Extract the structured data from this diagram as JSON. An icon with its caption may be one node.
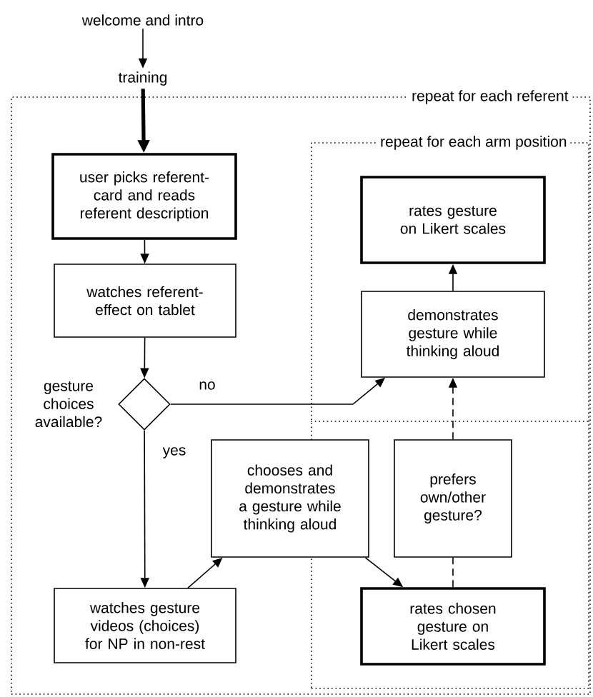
{
  "diagram": {
    "nodes": [
      {
        "text": [
          "welcome and intro"
        ]
      },
      {
        "text": [
          "training"
        ]
      },
      {
        "text": [
          "repeat for each referent"
        ]
      },
      {
        "text": [
          "user picks referent-card and reads referent description"
        ],
        "in": 2
      },
      {
        "text": [
          "watches referent-effect on tablet"
        ],
        "in": 2
      },
      {
        "text": [],
        "shape": "diamond",
        "beside": [
          "gesture choices available?"
        ],
        "in": 2
      },
      {
        "text": [
          "watches gesture videos (choices) for NP in non-rest"
        ],
        "in": 2
      },
      {
        "text": [
          "chooses and demonstrates a gesture while thinking aloud"
        ],
        "in": 2
      },
      {
        "text": [
          "repeat for each arm position"
        ],
        "in": 2
      },
      {
        "text": [
          "rates gesture on Likert scales"
        ],
        "in": 8
      },
      {
        "text": [
          "demonstrates gesture while thinking aloud"
        ],
        "in": 8
      },
      {
        "text": [
          "prefers own/other gesture?"
        ],
        "in": 8
      },
      {
        "text": [
          "rates chosen gesture on Likert scales"
        ],
        "in": 8
      }
    ],
    "edges": [
      {
        "from": 0,
        "to": 1,
        "arrow": "to"
      },
      {
        "from": 1,
        "to": 3,
        "arrow": "to",
        "style": "thick"
      },
      {
        "from": 3,
        "to": 4,
        "arrow": "to"
      },
      {
        "from": 4,
        "to": 5,
        "arrow": "to"
      },
      {
        "from": 5,
        "to": 10,
        "arrow": "to",
        "label": "no"
      },
      {
        "from": 5,
        "to": 6,
        "arrow": "to",
        "label": "yes"
      },
      {
        "from": 6,
        "to": 7,
        "arrow": "to"
      },
      {
        "from": 7,
        "to": 12,
        "arrow": "to"
      },
      {
        "from": 12,
        "to": 11,
        "arrow": "none",
        "style": "dashed"
      },
      {
        "from": 11,
        "to": 10,
        "arrow": "to",
        "style": "dashed"
      },
      {
        "from": 10,
        "to": 9,
        "arrow": "to"
      }
    ]
  }
}
